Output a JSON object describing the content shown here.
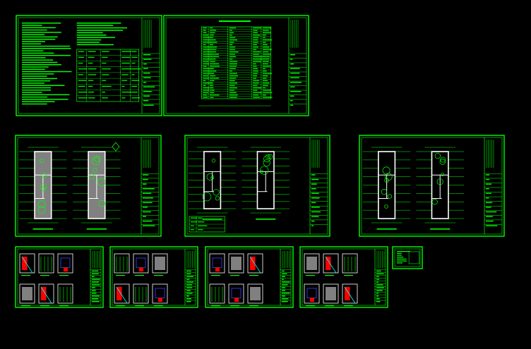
{
  "canvas": {
    "background": "#000000"
  },
  "colors": {
    "frame": "#00ff00",
    "text": "#00ff00",
    "wall": "#ffffff",
    "hatch": "#808080",
    "accent_red": "#ff0000",
    "accent_cyan": "#00ffff",
    "accent_blue": "#4040ff"
  },
  "sheets": [
    {
      "kind": "text-notes",
      "with_table": true
    },
    {
      "kind": "drawing-index"
    },
    {
      "kind": "floor-plans",
      "with_legend": false,
      "north_arrow": true
    },
    {
      "kind": "floor-plans",
      "with_legend": true,
      "north_arrow": false
    },
    {
      "kind": "floor-plans",
      "with_legend": false,
      "north_arrow": false
    },
    {
      "kind": "elevations",
      "variant": 1
    },
    {
      "kind": "elevations",
      "variant": 2
    },
    {
      "kind": "elevations",
      "variant": 3
    },
    {
      "kind": "elevations",
      "variant": 4
    },
    {
      "kind": "detail-note"
    }
  ]
}
